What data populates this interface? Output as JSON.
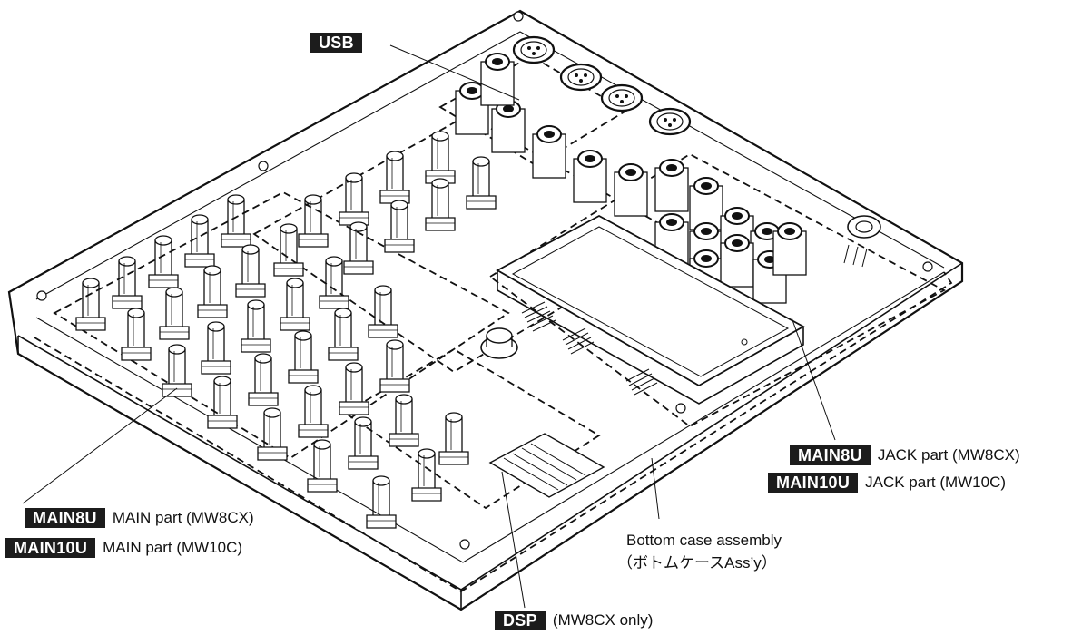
{
  "labels": {
    "usb": {
      "tag": "USB"
    },
    "main8u_jack": {
      "tag": "MAIN8U",
      "desc": "JACK part (MW8CX)"
    },
    "main10u_jack": {
      "tag": "MAIN10U",
      "desc": "JACK part (MW10C)"
    },
    "main8u_main": {
      "tag": "MAIN8U",
      "desc": "MAIN part (MW8CX)"
    },
    "main10u_main": {
      "tag": "MAIN10U",
      "desc": "MAIN part (MW10C)"
    },
    "bottom_case": {
      "line1": "Bottom case assembly",
      "line2": "（ボトムケースAss’y）"
    },
    "dsp": {
      "tag": "DSP",
      "desc": "(MW8CX only)"
    }
  }
}
